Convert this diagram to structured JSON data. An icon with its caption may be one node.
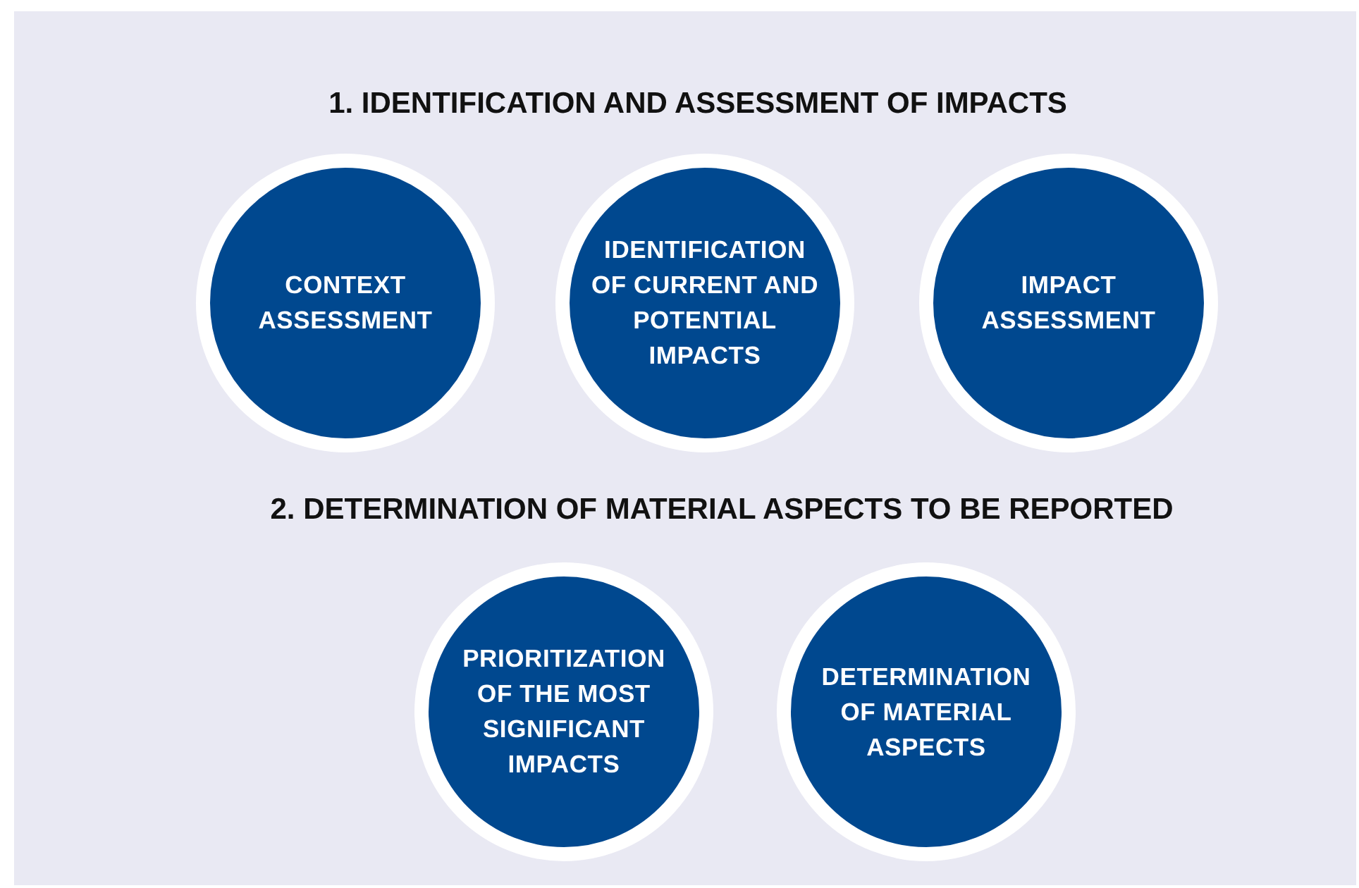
{
  "diagram": {
    "nodes": [
      {
        "text": [
          "CONTEXT ASSESSMENT"
        ]
      },
      {
        "text": [
          "IDENTIFICATION OF CURRENT AND POTENTIAL IMPACTS"
        ]
      },
      {
        "text": [
          "IMPACT ASSESSMENT"
        ]
      },
      {
        "text": [
          "PRIORITIZATION OF THE MOST SIGNIFICANT IMPACTS"
        ]
      },
      {
        "text": [
          "DETERMINATION OF MATERIAL ASPECTS"
        ]
      }
    ],
    "labels": [
      "1. IDENTIFICATION AND ASSESSMENT OF IMPACTS",
      "2. DETERMINATION OF MATERIAL ASPECTS TO BE REPORTED"
    ]
  }
}
